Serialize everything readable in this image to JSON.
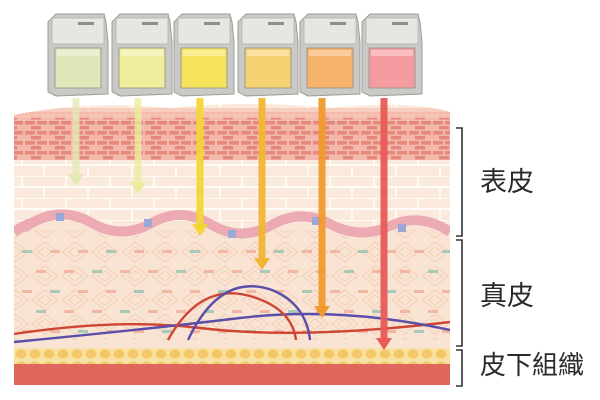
{
  "labels": {
    "epidermis": "表皮",
    "dermis": "真皮",
    "subcutis": "皮下組織"
  },
  "filters": [
    {
      "color": "#dfe7b8",
      "arrow": "#e4e8b4"
    },
    {
      "color": "#f0ee9c",
      "arrow": "#ecec9e"
    },
    {
      "color": "#f7e35a",
      "arrow": "#f3d634"
    },
    {
      "color": "#f6d171",
      "arrow": "#f1b535"
    },
    {
      "color": "#f8b36a",
      "arrow": "#f09a2e"
    },
    {
      "color": "#f59ca1",
      "arrow": "#e85a57"
    }
  ],
  "colors": {
    "epidermis_bg": "#f8dcc8",
    "dermis_bg": "#f9e4d3",
    "brick_red": "#e88b7f",
    "cell_line": "#ffffff",
    "basal_pink": "#ecaab2",
    "basal_blue": "#9aa8d8",
    "fat_yellow": "#f6d58c",
    "deep_red": "#e0675c",
    "vessel_red": "#cf4433",
    "vessel_blue": "#5b4ea8"
  }
}
